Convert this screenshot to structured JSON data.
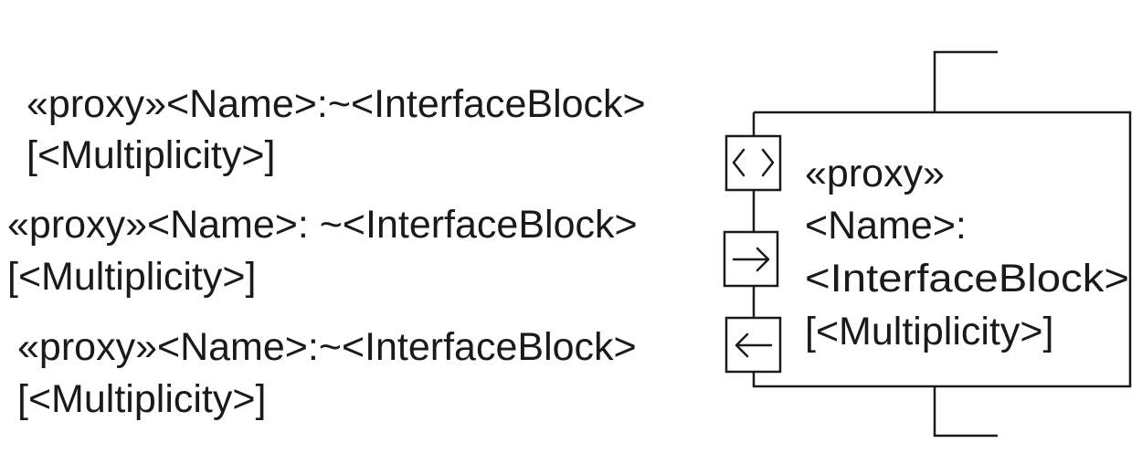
{
  "ports": [
    {
      "direction": "inout",
      "label_line1": "«proxy»<Name>:~<InterfaceBlock>",
      "label_line2": "[<Multiplicity>]"
    },
    {
      "direction": "out",
      "label_line1": "«proxy»<Name>: ~<InterfaceBlock>",
      "label_line2": "[<Multiplicity>]"
    },
    {
      "direction": "in",
      "label_line1": "«proxy»<Name>:~<InterfaceBlock>",
      "label_line2": "[<Multiplicity>]"
    }
  ],
  "block": {
    "line1": "«proxy»",
    "line2": "<Name>:",
    "line3": "<InterfaceBlock>",
    "line4": "[<Multiplicity>]"
  }
}
